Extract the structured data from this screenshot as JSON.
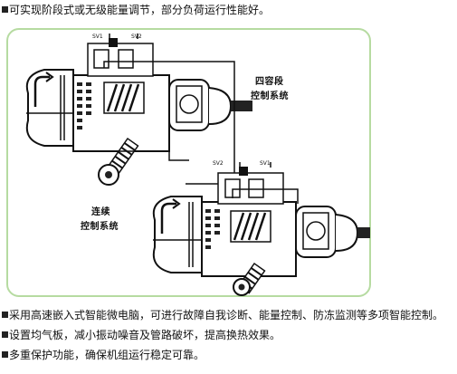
{
  "intro_line": "可实现阶段式或无级能量调节，部分负荷运行性能好。",
  "diagram": {
    "top_label_line1": "四容段",
    "top_label_line2": "控制系统",
    "bottom_label_line1": "连续",
    "bottom_label_line2": "控制系统",
    "top_valves": [
      "SV1",
      "SV2"
    ],
    "bottom_valves": [
      "SV2",
      "SV1"
    ]
  },
  "features": [
    "采用高速嵌入式智能微电脑，可进行故障自我诊断、能量控制、防冻监测等多项智能控制。",
    "设置均气板，减小振动噪音及管路破坏，提高换热效果。",
    "多重保护功能，确保机组运行稳定可靠。"
  ]
}
